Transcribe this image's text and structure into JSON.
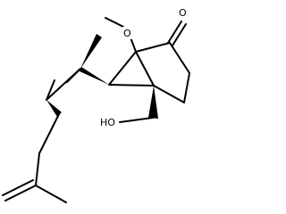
{
  "molecule": {
    "atoms": {
      "ketone_o": "O",
      "methoxy_o": "O",
      "hydroxyl": "HO"
    },
    "colors": {
      "bond": "#000000",
      "background": "#ffffff"
    }
  }
}
